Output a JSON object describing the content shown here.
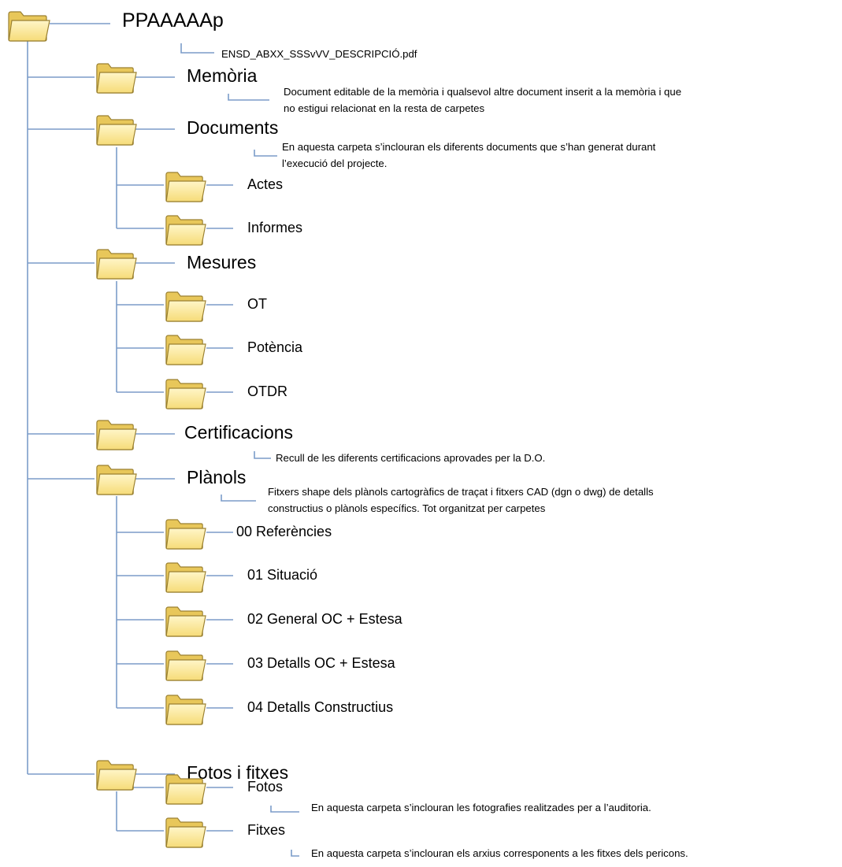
{
  "root": {
    "label": "PPAAAAAp",
    "file": "ENSD_ABXX_SSSvVV_DESCRIPCIÓ.pdf"
  },
  "folders": {
    "memoria": {
      "label": "Memòria",
      "desc": [
        "Document editable de la memòria i qualsevol altre document inserit a la memòria i que",
        "no estigui relacionat en la resta de carpetes"
      ]
    },
    "documents": {
      "label": "Documents",
      "desc": [
        "En aquesta carpeta s’inclouran els diferents documents que s’han generat durant",
        "l’execució del projecte."
      ],
      "children": [
        "Actes",
        "Informes"
      ]
    },
    "mesures": {
      "label": "Mesures",
      "children": [
        "OT",
        "Potència",
        "OTDR"
      ]
    },
    "certificacions": {
      "label": "Certificacions",
      "desc": [
        "Recull de les diferents certificacions aprovades per la D.O."
      ]
    },
    "planols": {
      "label": "Plànols",
      "desc": [
        "Fitxers shape dels plànols cartogràfics de traçat i fitxers CAD (dgn o dwg) de detalls",
        "constructius o plànols específics. Tot organitzat per carpetes"
      ],
      "children": [
        "00 Referències",
        "01 Situació",
        "02 General OC + Estesa",
        "03 Detalls OC + Estesa",
        "04 Detalls Constructius"
      ]
    },
    "fotos_fitxes": {
      "label": "Fotos i fitxes",
      "children": [
        {
          "label": "Fotos",
          "desc": "En aquesta carpeta s’inclouran les fotografies realitzades per a l’auditoria."
        },
        {
          "label": "Fitxes",
          "desc": "En aquesta carpeta s’inclouran els arxius corresponents a les fitxes dels pericons."
        }
      ]
    }
  },
  "colors": {
    "line": "#7b9cc9",
    "folder_fill": "#f6dc78",
    "folder_stroke": "#9a8030"
  },
  "icons": {
    "folder": "folder-icon"
  }
}
